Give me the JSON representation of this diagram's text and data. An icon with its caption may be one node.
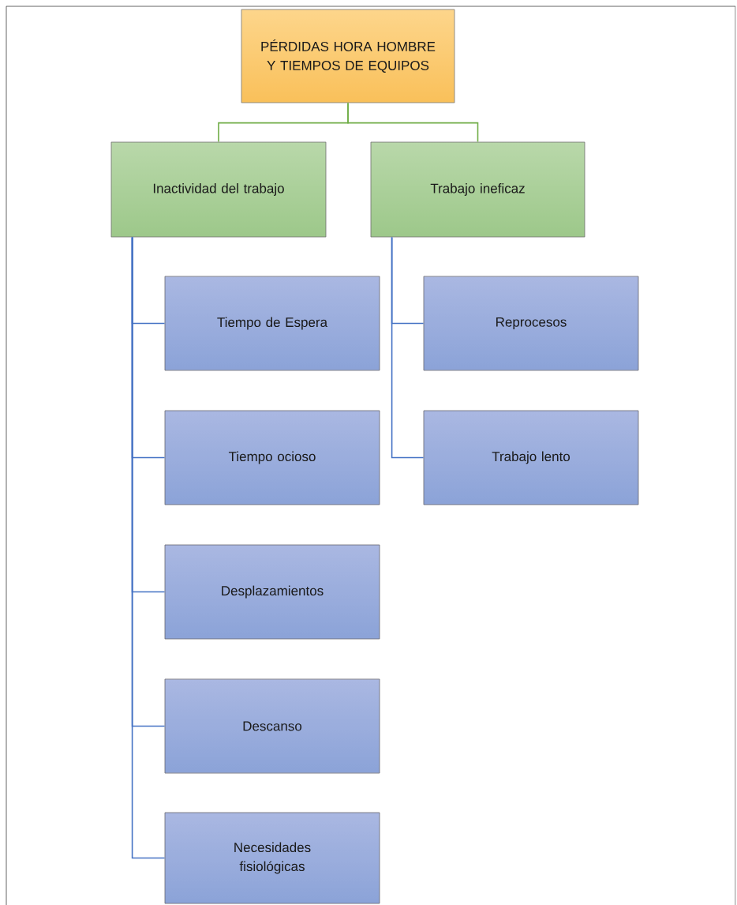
{
  "diagram": {
    "nodes": [
      {
        "text": [
          "PÉRDIDAS HORA HOMBRE Y TIEMPOS DE EQUIPOS"
        ]
      },
      {
        "text": [
          "Inactividad del trabajo"
        ]
      },
      {
        "text": [
          "Trabajo ineficaz"
        ]
      },
      {
        "text": [
          "Tiempo de Espera"
        ]
      },
      {
        "text": [
          "Tiempo ocioso"
        ]
      },
      {
        "text": [
          "Desplazamientos"
        ]
      },
      {
        "text": [
          "Descanso"
        ]
      },
      {
        "text": [
          "Necesidades fisiológicas"
        ]
      },
      {
        "text": [
          "Reprocesos"
        ]
      },
      {
        "text": [
          "Trabajo lento"
        ]
      }
    ],
    "edges": [
      {
        "from": 0,
        "to": 1,
        "arrow": "none",
        "color": "#70ad47"
      },
      {
        "from": 0,
        "to": 2,
        "arrow": "none",
        "color": "#70ad47"
      },
      {
        "from": 1,
        "to": 3,
        "arrow": "none"
      },
      {
        "from": 1,
        "to": 4,
        "arrow": "none"
      },
      {
        "from": 1,
        "to": 5,
        "arrow": "none"
      },
      {
        "from": 1,
        "to": 6,
        "arrow": "none"
      },
      {
        "from": 1,
        "to": 7,
        "arrow": "none"
      },
      {
        "from": 2,
        "to": 8,
        "arrow": "none"
      },
      {
        "from": 2,
        "to": 9,
        "arrow": "none"
      }
    ]
  }
}
